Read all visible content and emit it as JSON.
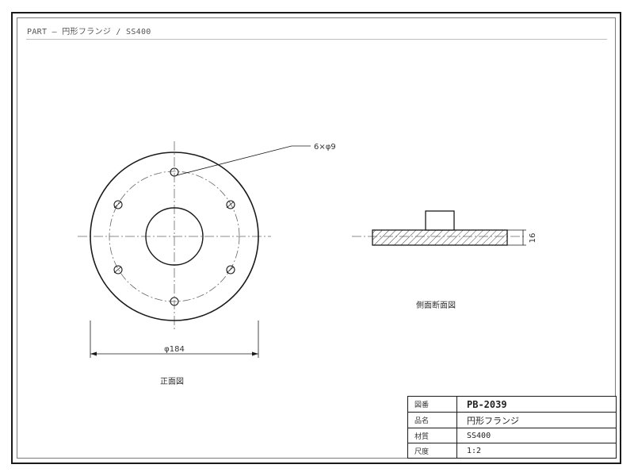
{
  "header": {
    "text": "PART — 円形フランジ / SS400"
  },
  "callouts": {
    "holes": "6×φ9",
    "outer_diameter": "φ184",
    "thickness": "16"
  },
  "views": {
    "front": "正面図",
    "side": "側面断面図"
  },
  "title_block": {
    "rows": [
      {
        "key": "図番",
        "value": "PB-2039"
      },
      {
        "key": "品名",
        "value": "円形フランジ"
      },
      {
        "key": "材質",
        "value": "SS400"
      },
      {
        "key": "尺度",
        "value": "1:2"
      }
    ]
  },
  "colors": {
    "line": "#1a1a1a",
    "centerline": "#666666",
    "hatch": "#444444"
  }
}
